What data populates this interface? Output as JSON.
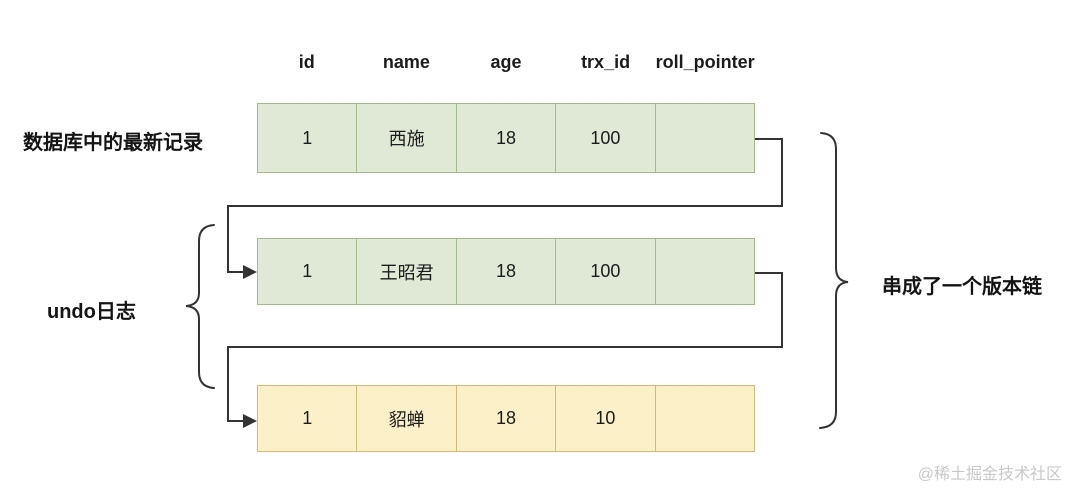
{
  "diagram": {
    "headers": [
      "id",
      "name",
      "age",
      "trx_id",
      "roll_pointer"
    ],
    "rows": [
      {
        "label": "latest-record",
        "cells": [
          "1",
          "西施",
          "18",
          "100",
          ""
        ]
      },
      {
        "label": "undo-version-1",
        "cells": [
          "1",
          "王昭君",
          "18",
          "100",
          ""
        ]
      },
      {
        "label": "undo-version-2",
        "cells": [
          "1",
          "貂蝉",
          "18",
          "10",
          ""
        ]
      }
    ],
    "labels": {
      "latest_record": "数据库中的最新记录",
      "undo_log": "undo日志",
      "version_chain": "串成了一个版本链"
    },
    "watermark": "@稀土掘金技术社区",
    "colors": {
      "latest_row_fill": "#dfe9d5",
      "latest_row_border": "#a3bb8b",
      "old_version_fill": "#fcf0c8",
      "old_version_border": "#cfba7c",
      "connector_line": "#333333",
      "label_text": "#141414",
      "watermark_text": "#c9c9c9"
    }
  }
}
